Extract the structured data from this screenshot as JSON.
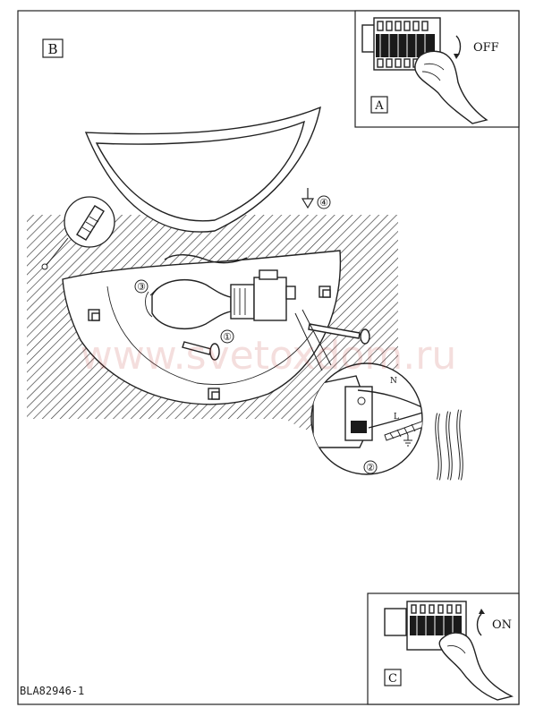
{
  "panels": {
    "main": {
      "label": "B"
    },
    "switch_off": {
      "label": "A",
      "state": "OFF"
    },
    "switch_on": {
      "label": "C",
      "state": "ON"
    }
  },
  "steps": [
    "①",
    "②",
    "③",
    "④"
  ],
  "wiring_labels": {
    "neutral": "N",
    "live": "L",
    "earth_icon": "earth-ground-icon"
  },
  "watermark": "www.svetoxdom.ru",
  "document_code": "BLA82946-1",
  "colors": {
    "line": "#222222",
    "hatch": "#333333",
    "watermark": "#b9342a"
  }
}
